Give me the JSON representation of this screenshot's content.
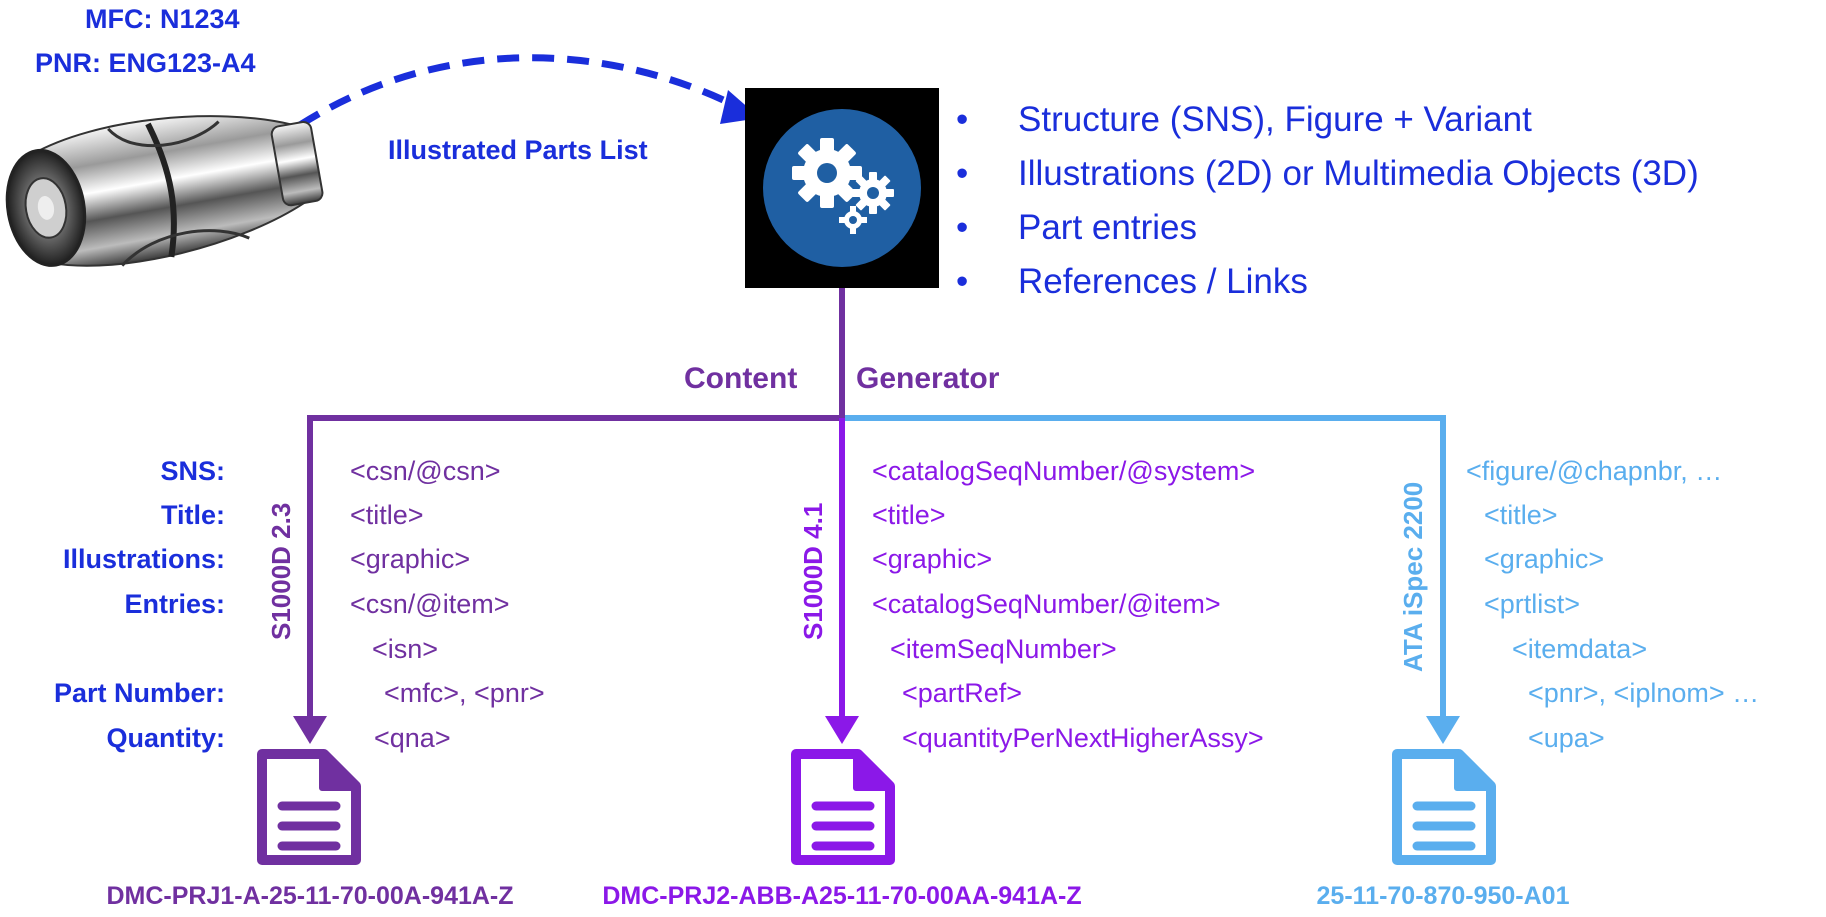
{
  "engine": {
    "mfc_label": "MFC: N1234",
    "pnr_label": "PNR: ENG123-A4"
  },
  "arrow_label": "Illustrated Parts List",
  "bullets": [
    "Structure (SNS), Figure + Variant",
    "Illustrations (2D) or Multimedia Objects (3D)",
    "Part entries",
    "References / Links"
  ],
  "generator_label": {
    "left": "Content",
    "right": "Generator"
  },
  "field_labels": {
    "sns": "SNS:",
    "title": "Title:",
    "illustrations": "Illustrations:",
    "entries": "Entries:",
    "part_number": "Part Number:",
    "quantity": "Quantity:"
  },
  "spec_a": {
    "name": "S1000D 2.3",
    "color": "#7030a0",
    "lines": [
      "<csn/@csn>",
      "<title>",
      "<graphic>",
      "<csn/@item>",
      "<isn>",
      "<mfc>, <pnr>",
      "<qna>"
    ],
    "document": "DMC-PRJ1-A-25-11-70-00A-941A-Z"
  },
  "spec_b": {
    "name": "S1000D 4.1",
    "color": "#8b18e8",
    "lines": [
      "<catalogSeqNumber/@system>",
      "<title>",
      "<graphic>",
      "<catalogSeqNumber/@item>",
      "<itemSeqNumber>",
      "<partRef>",
      "<quantityPerNextHigherAssy>"
    ],
    "document": "DMC-PRJ2-ABB-A25-11-70-00AA-941A-Z"
  },
  "spec_c": {
    "name": "ATA iSpec 2200",
    "color": "#5aaeee",
    "lines": [
      "<figure/@chapnbr, …",
      "<title>",
      "<graphic>",
      "<prtlist>",
      "<itemdata>",
      "<pnr>, <iplnom> …",
      "<upa>"
    ],
    "document": "25-11-70-870-950-A01"
  },
  "icons": {
    "engine": "jet-engine-icon",
    "generator": "gears-icon",
    "doc": "document-icon"
  }
}
